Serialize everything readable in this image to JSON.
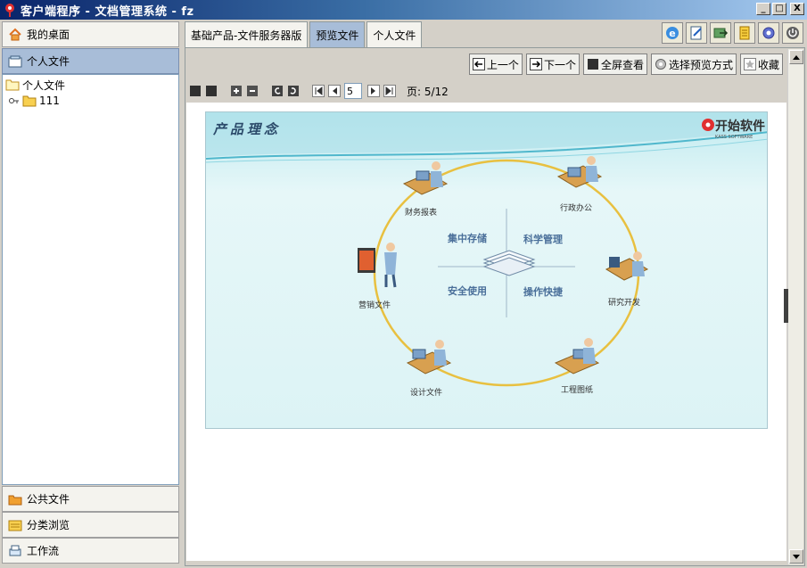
{
  "window": {
    "title": "客户端程序 - 文档管理系统 - fz",
    "minimize": "_",
    "maximize": "□",
    "close": "X"
  },
  "left_nav": {
    "top_items": [
      {
        "label": "我的桌面",
        "icon": "home-icon"
      },
      {
        "label": "个人文件",
        "icon": "personal-folder-icon"
      }
    ],
    "tree": [
      {
        "label": "个人文件",
        "icon": "folder-open-icon"
      },
      {
        "label": "111",
        "icon": "folder-icon"
      }
    ],
    "bottom_items": [
      {
        "label": "公共文件",
        "icon": "folder-orange-icon"
      },
      {
        "label": "分类浏览",
        "icon": "category-icon"
      },
      {
        "label": "工作流",
        "icon": "workflow-icon"
      }
    ]
  },
  "tabs": [
    "基础产品-文件服务器版",
    "预览文件",
    "个人文件"
  ],
  "active_tab": 1,
  "toolbar_icons": [
    "ie-browser-icon",
    "edit-document-icon",
    "export-icon",
    "notes-icon",
    "settings-icon",
    "power-icon"
  ],
  "preview_nav": {
    "prev": "上一个",
    "next": "下一个",
    "fullscreen": "全屏查看",
    "choose_mode": "选择预览方式",
    "favorite": "收藏"
  },
  "pager": {
    "current": "5",
    "info": "页: 5/12"
  },
  "slide": {
    "header": "产品理念",
    "logo_text": "开始软件",
    "logo_sub": "KASS SOFTWARE",
    "center_quadrants": [
      "集中存储",
      "科学管理",
      "安全使用",
      "操作快捷"
    ],
    "nodes": [
      "财务报表",
      "行政办公",
      "营销文件",
      "研究开发",
      "设计文件",
      "工程图纸"
    ]
  },
  "colors": {
    "accent_tab": "#a8bdd8",
    "slide_bg": "#dff5f7",
    "ring": "#e8c040",
    "quad_text": "#4a6f9a"
  }
}
